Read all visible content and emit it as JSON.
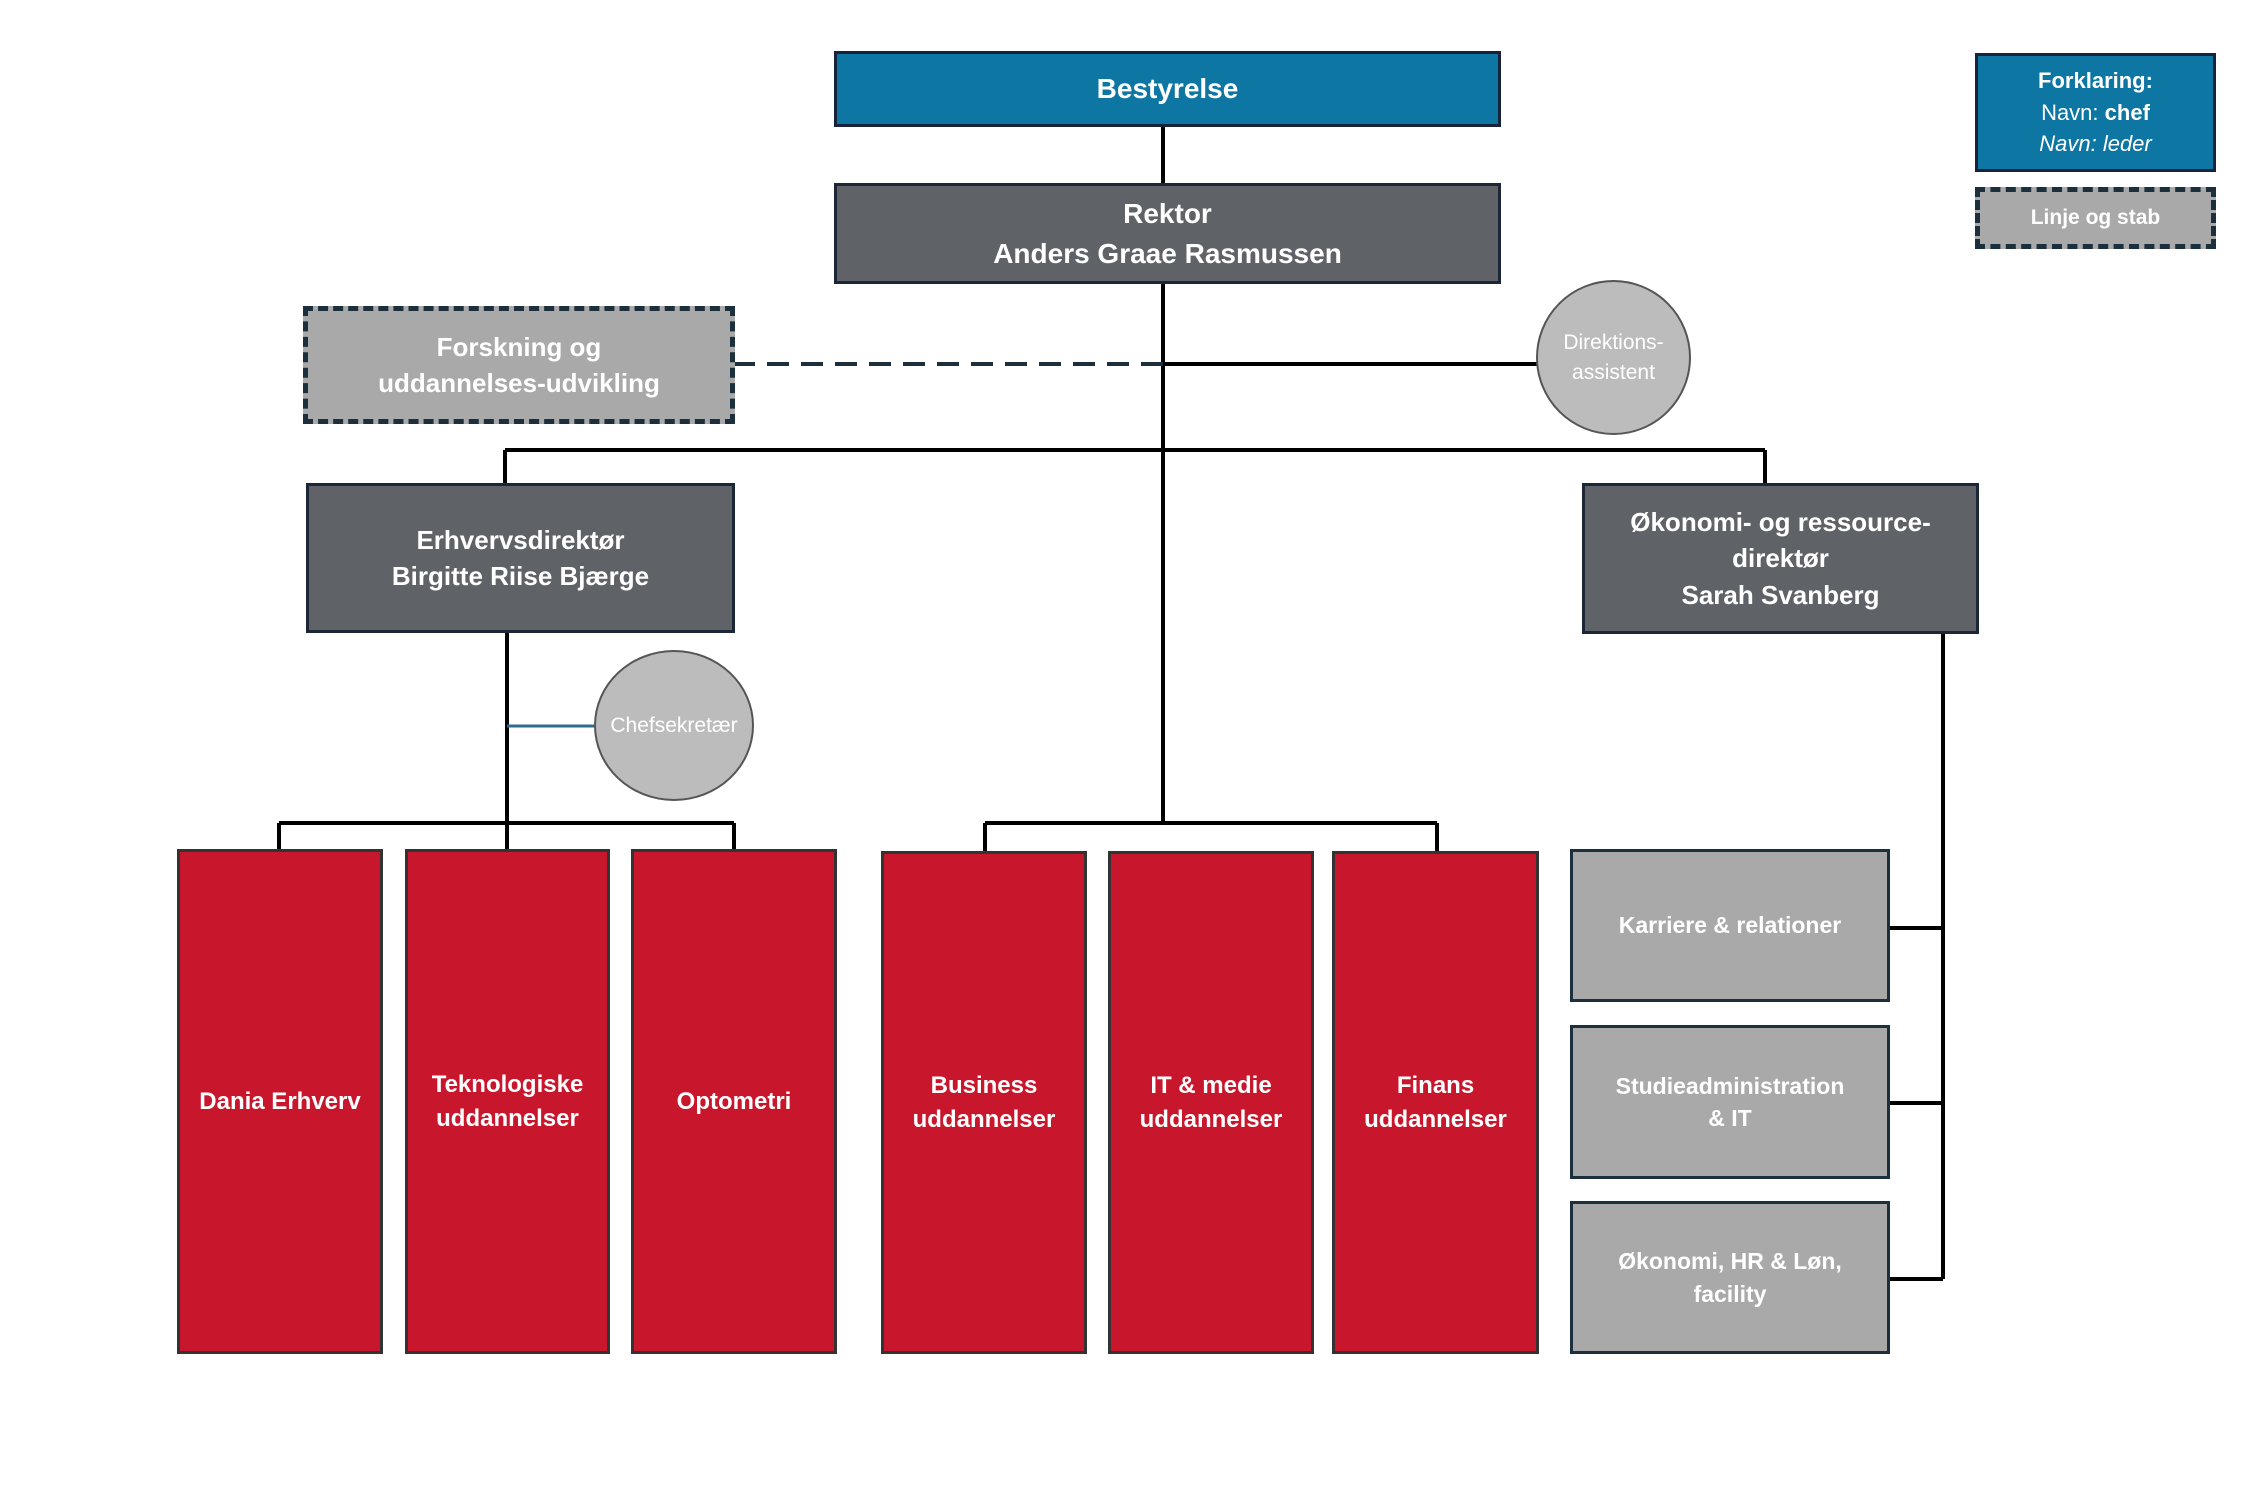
{
  "colors": {
    "board_blue": "#0e76a3",
    "leader_gray": "#5f6367",
    "staff_gray": "#a9a9a9",
    "department_red": "#c8172c",
    "circle_gray": "#bcbcbc",
    "line": "#000000"
  },
  "board": {
    "label": "Bestyrelse"
  },
  "rector": {
    "title": "Rektor",
    "name": "Anders Graae Rasmussen"
  },
  "research": {
    "line1": "Forskning og",
    "line2": "uddannelses-udvikling"
  },
  "assistant": {
    "line1": "Direktions-",
    "line2": "assistent"
  },
  "business_director": {
    "title": "Erhvervsdirektør",
    "name": "Birgitte Riise Bjærge"
  },
  "economy_director": {
    "line1": "Økonomi- og ressource-",
    "line2": "direktør",
    "name": "Sarah Svanberg"
  },
  "secretary": {
    "label": "Chefsekretær"
  },
  "departments": [
    {
      "line1": "Dania Erhverv",
      "line2": ""
    },
    {
      "line1": "Teknologiske",
      "line2": "uddannelser"
    },
    {
      "line1": "Optometri",
      "line2": ""
    },
    {
      "line1": "Business",
      "line2": "uddannelser"
    },
    {
      "line1": "IT & medie",
      "line2": "uddannelser"
    },
    {
      "line1": "Finans",
      "line2": "uddannelser"
    }
  ],
  "staff_units": [
    {
      "line1": "Karriere & relationer",
      "line2": ""
    },
    {
      "line1": "Studieadministration",
      "line2": "& IT"
    },
    {
      "line1": "Økonomi, HR & Løn,",
      "line2": "facility"
    }
  ],
  "legend": {
    "title": "Forklaring:",
    "name_prefix": "Navn:",
    "chef": "chef",
    "leader_line": "Navn: leder",
    "staff_label": "Linje og stab"
  }
}
